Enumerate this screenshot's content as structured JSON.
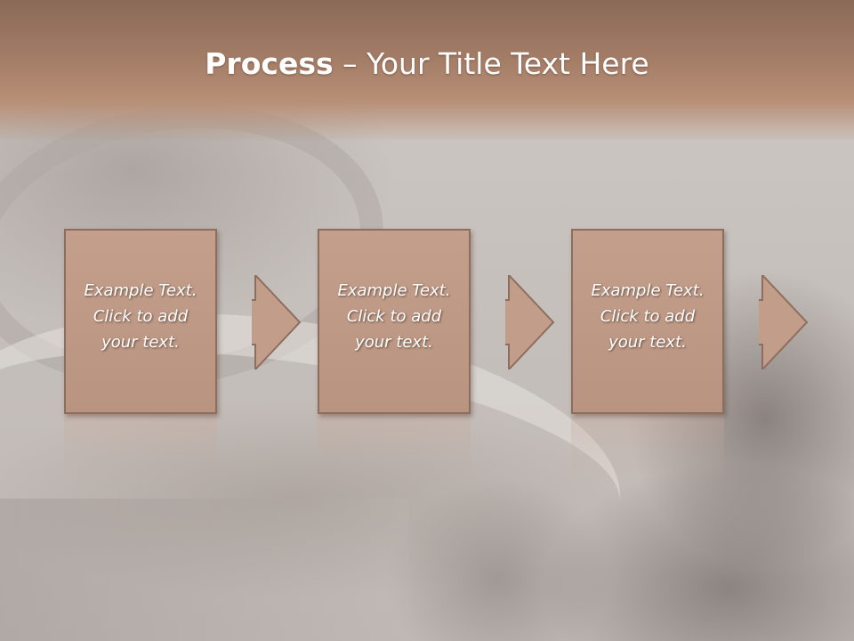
{
  "slide": {
    "title_bold": "Process",
    "title_rest": " – Your Title Text Here",
    "steps": [
      {
        "line1": "Example Text.",
        "line2": "Click  to add",
        "line3": "your text."
      },
      {
        "line1": "Example Text.",
        "line2": "Click  to add",
        "line3": "your text."
      },
      {
        "line1": "Example Text.",
        "line2": "Click  to add",
        "line3": "your text."
      }
    ]
  },
  "colors": {
    "header_top": "#8a6a58",
    "box_fill": "#c39f8c",
    "box_border": "#8d6e5e",
    "arrow_fill": "#c29e8a",
    "text": "#ffffff"
  },
  "icons": {
    "connector": "arrow-right-icon"
  }
}
